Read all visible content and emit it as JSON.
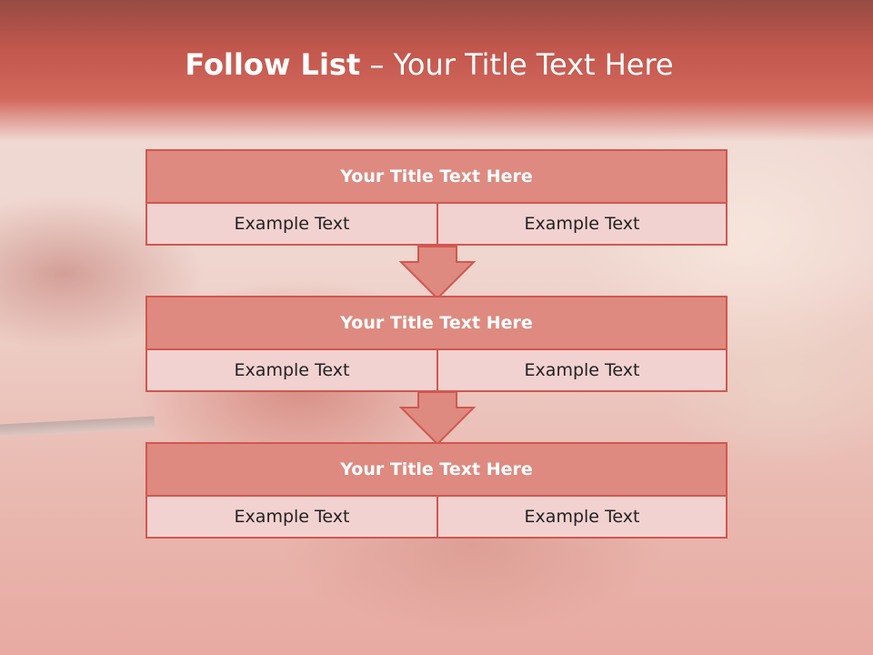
{
  "slide": {
    "title_bold": "Follow List",
    "title_rest": " – Your Title Text Here"
  },
  "blocks": [
    {
      "title": "Your Title Text Here",
      "left": "Example Text",
      "right": "Example Text"
    },
    {
      "title": "Your Title Text Here",
      "left": "Example Text",
      "right": "Example Text"
    },
    {
      "title": "Your Title Text Here",
      "left": "Example Text",
      "right": "Example Text"
    }
  ],
  "colors": {
    "header_band": "#c2574d",
    "block_header": "#de8a80",
    "block_cell": "#f2d2d0",
    "border": "#d2574f"
  }
}
